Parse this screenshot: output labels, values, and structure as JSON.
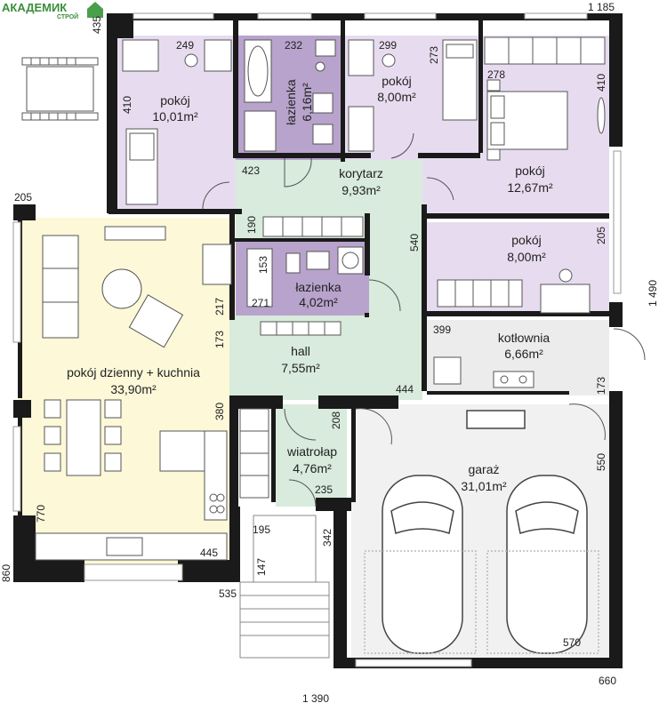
{
  "logo": {
    "main": "АКАДЕМИК",
    "sub": "СТРОЙ"
  },
  "colors": {
    "bedroom": "#e7dcef",
    "bathroom": "#b8a3cc",
    "corridor": "#d8ebdc",
    "living": "#fcf8d8",
    "utility": "#ececec",
    "garage": "#f1f1f1",
    "wall": "#1a1a1a"
  },
  "rooms": {
    "bedroom1": {
      "name": "pokój",
      "area": "10,01m²"
    },
    "bath1": {
      "name": "łazienka",
      "area": "6,16m²"
    },
    "bedroom2": {
      "name": "pokój",
      "area": "8,00m²"
    },
    "bedroom3": {
      "name": "pokój",
      "area": "12,67m²"
    },
    "corridor": {
      "name": "korytarz",
      "area": "9,93m²"
    },
    "bath2": {
      "name": "łazienka",
      "area": "4,02m²"
    },
    "bedroom4": {
      "name": "pokój",
      "area": "8,00m²"
    },
    "living": {
      "name": "pokój dzienny + kuchnia",
      "area": "33,90m²"
    },
    "hall": {
      "name": "hall",
      "area": "7,55m²"
    },
    "boiler": {
      "name": "kotłownia",
      "area": "6,66m²"
    },
    "vestibule": {
      "name": "wiatrołap",
      "area": "4,76m²"
    },
    "garage": {
      "name": "garaż",
      "area": "31,01m²"
    }
  },
  "dimensions": {
    "d1185": "1 185",
    "d435": "435",
    "d249": "249",
    "d232": "232",
    "d299": "299",
    "d273": "273",
    "d278": "278",
    "d410a": "410",
    "d410b": "410",
    "d423": "423",
    "d205a": "205",
    "d190": "190",
    "d540": "540",
    "d205b": "205",
    "d153": "153",
    "d271": "271",
    "d217": "217",
    "d173a": "173",
    "d399": "399",
    "d1490": "1 490",
    "d444": "444",
    "d173b": "173",
    "d380": "380",
    "d208": "208",
    "d550": "550",
    "d235": "235",
    "d770": "770",
    "d445": "445",
    "d195": "195",
    "d342": "342",
    "d147": "147",
    "d860": "860",
    "d535": "535",
    "d570": "570",
    "d1390": "1 390",
    "d660": "660"
  }
}
